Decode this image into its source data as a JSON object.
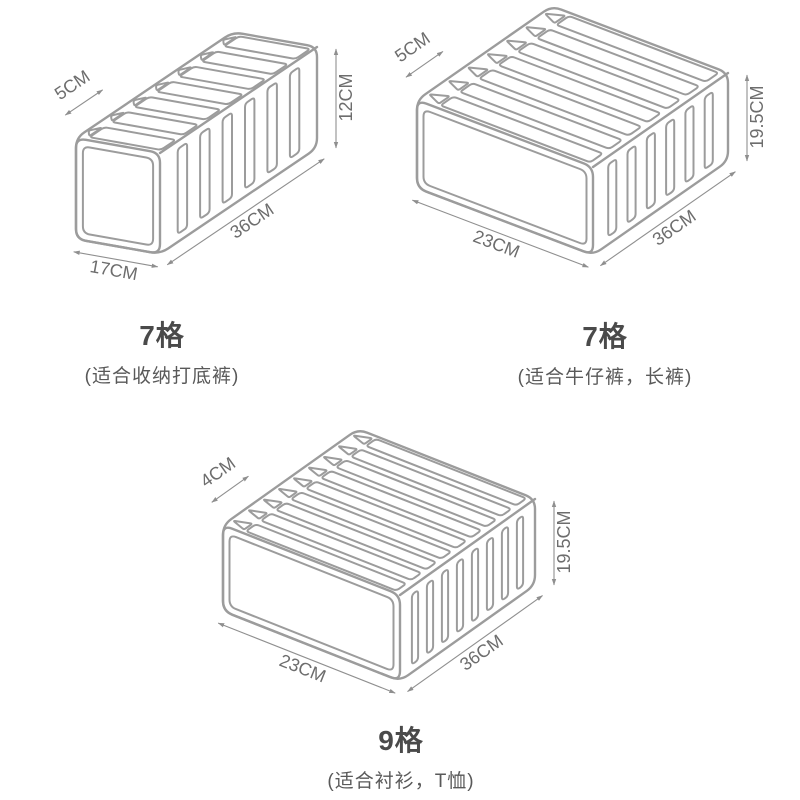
{
  "page": {
    "background": "#ffffff"
  },
  "colors": {
    "line": "#9c9c9c",
    "dimension_line": "#8f8f8f",
    "dimension_text": "#6d6d6d",
    "title_text": "#4a4a4a",
    "subtitle_text": "#595959"
  },
  "figures": [
    {
      "id": "organizer-7-slot-leggings",
      "compartments": 7,
      "title": "7格",
      "subtitle": "(适合收纳打底裤)",
      "dims": {
        "slot": "5CM",
        "height": "12CM",
        "length": "36CM",
        "depth": "17CM"
      }
    },
    {
      "id": "organizer-7-slot-jeans",
      "compartments": 7,
      "title": "7格",
      "subtitle": "(适合牛仔裤，长裤)",
      "dims": {
        "slot": "5CM",
        "height": "19.5CM",
        "length": "36CM",
        "depth": "23CM"
      }
    },
    {
      "id": "organizer-9-slot-shirts",
      "compartments": 9,
      "title": "9格",
      "subtitle": "(适合衬衫，T恤)",
      "dims": {
        "slot": "4CM",
        "height": "19.5CM",
        "length": "36CM",
        "depth": "23CM"
      }
    }
  ]
}
